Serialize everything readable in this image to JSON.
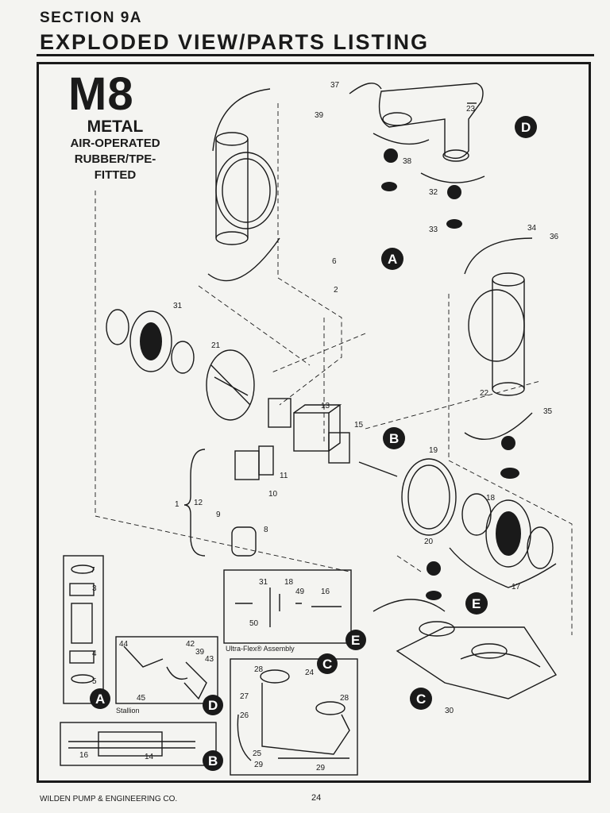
{
  "header": {
    "section": "SECTION 9A",
    "title": "EXPLODED VIEW/PARTS LISTING"
  },
  "model": {
    "name": "M8",
    "line1": "METAL",
    "line2": "AIR-OPERATED",
    "line3": "RUBBER/TPE-",
    "line4": "FITTED"
  },
  "callouts": [
    "A",
    "B",
    "C",
    "D",
    "E"
  ],
  "part_numbers": [
    "37",
    "39",
    "23",
    "38",
    "32",
    "33",
    "34",
    "36",
    "6",
    "2",
    "31",
    "21",
    "13",
    "15",
    "11",
    "12",
    "1",
    "10",
    "9",
    "8",
    "22",
    "35",
    "19",
    "18",
    "20",
    "17",
    "7",
    "3",
    "4",
    "5",
    "31",
    "18",
    "49",
    "16",
    "50",
    "44",
    "42",
    "39",
    "43",
    "45",
    "28",
    "24",
    "27",
    "28",
    "26",
    "25",
    "29",
    "29",
    "30",
    "16",
    "14"
  ],
  "captions": {
    "ultraflex": "Ultra-Flex® Assembly",
    "stallion": "Stallion"
  },
  "footer": {
    "company": "WILDEN PUMP & ENGINEERING CO.",
    "page": "24"
  }
}
